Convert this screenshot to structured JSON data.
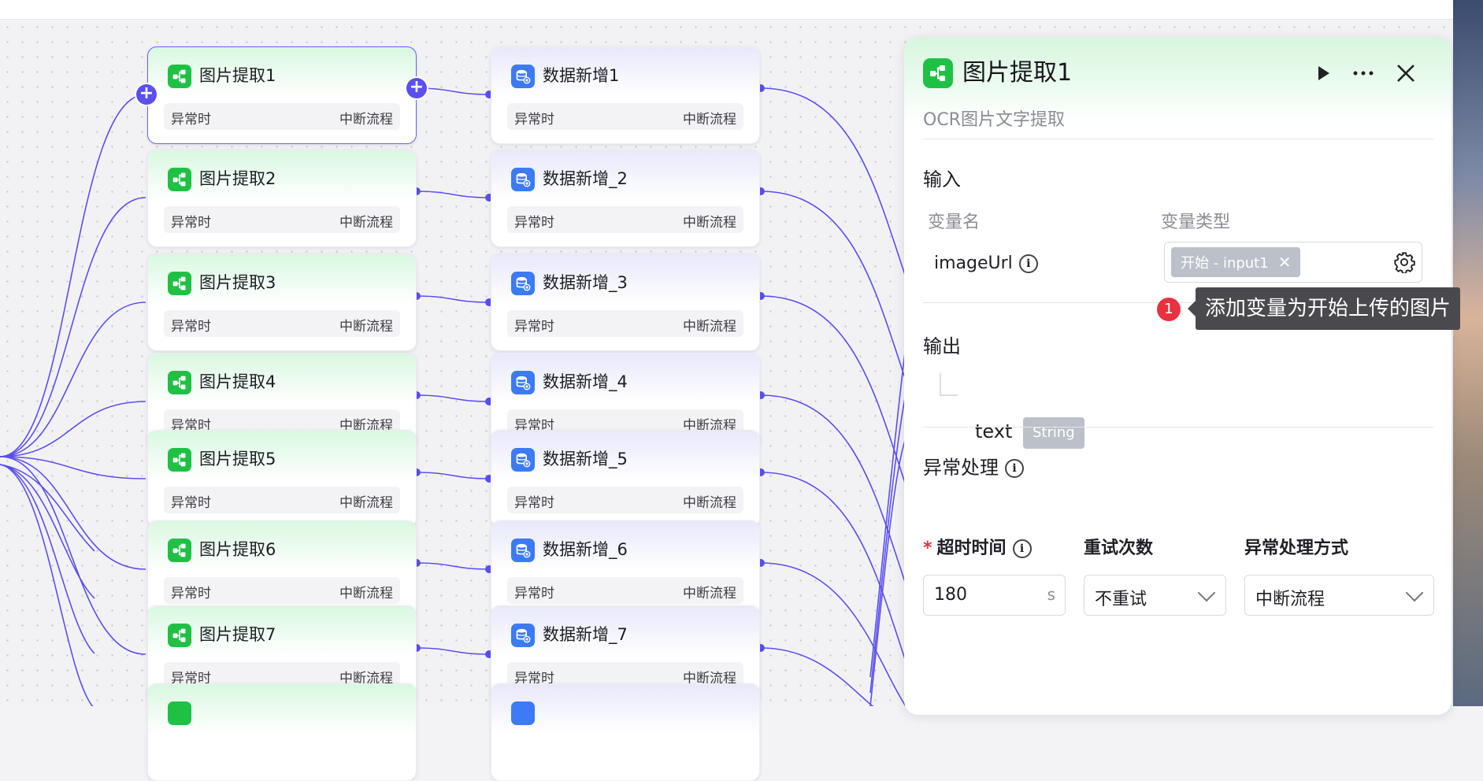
{
  "nodes": {
    "extract": [
      {
        "title": "图片提取1",
        "footer_left": "异常时",
        "footer_right": "中断流程"
      },
      {
        "title": "图片提取2",
        "footer_left": "异常时",
        "footer_right": "中断流程"
      },
      {
        "title": "图片提取3",
        "footer_left": "异常时",
        "footer_right": "中断流程"
      },
      {
        "title": "图片提取4",
        "footer_left": "异常时",
        "footer_right": "中断流程"
      },
      {
        "title": "图片提取5",
        "footer_left": "异常时",
        "footer_right": "中断流程"
      },
      {
        "title": "图片提取6",
        "footer_left": "异常时",
        "footer_right": "中断流程"
      },
      {
        "title": "图片提取7",
        "footer_left": "异常时",
        "footer_right": "中断流程"
      }
    ],
    "insert": [
      {
        "title": "数据新增1",
        "footer_left": "异常时",
        "footer_right": "中断流程"
      },
      {
        "title": "数据新增_2",
        "footer_left": "异常时",
        "footer_right": "中断流程"
      },
      {
        "title": "数据新增_3",
        "footer_left": "异常时",
        "footer_right": "中断流程"
      },
      {
        "title": "数据新增_4",
        "footer_left": "异常时",
        "footer_right": "中断流程"
      },
      {
        "title": "数据新增_5",
        "footer_left": "异常时",
        "footer_right": "中断流程"
      },
      {
        "title": "数据新增_6",
        "footer_left": "异常时",
        "footer_right": "中断流程"
      },
      {
        "title": "数据新增_7",
        "footer_left": "异常时",
        "footer_right": "中断流程"
      }
    ]
  },
  "panel": {
    "title": "图片提取1",
    "subtitle": "OCR图片文字提取",
    "input_section": "输入",
    "col_var_name": "变量名",
    "col_var_type": "变量类型",
    "var_name": "imageUrl",
    "var_value_tag": "开始 - input1",
    "output_section": "输出",
    "output_name": "text",
    "output_type": "String",
    "error_section": "异常处理",
    "timeout_label": "超时时间",
    "timeout_value": "180",
    "timeout_unit": "s",
    "retry_label": "重试次数",
    "retry_value": "不重试",
    "handling_label": "异常处理方式",
    "handling_value": "中断流程"
  },
  "tooltip": {
    "badge": "1",
    "text": "添加变量为开始上传的图片"
  },
  "colors": {
    "accent": "#5b4ff0",
    "extract_icon": "#1fc145",
    "insert_icon": "#3d7af5",
    "badge": "#e8323f"
  }
}
